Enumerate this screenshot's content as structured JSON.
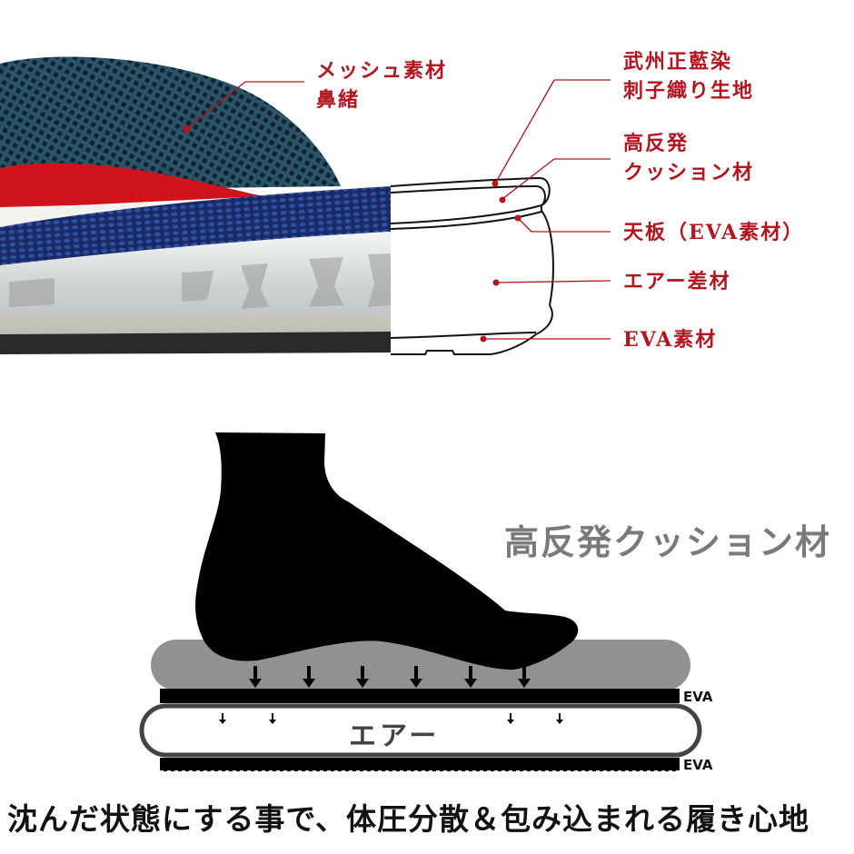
{
  "top_diagram": {
    "labels": {
      "strap": [
        "メッシュ素材",
        "鼻緒"
      ],
      "fabric": [
        "武州正藍染",
        "刺子織り生地"
      ],
      "cushion": [
        "高反発",
        "クッション材"
      ],
      "top_board": "天板（EVA素材）",
      "air": "エアー差材",
      "eva_bottom": "EVA素材"
    },
    "colors": {
      "callout": "#b3141e",
      "mesh_strap": "#1f3f52",
      "inner_strap": "#d0141c",
      "sole_fabric": "#1c2c6a",
      "air_sole": "#d8dcdc",
      "outsole": "#2a2a2a"
    }
  },
  "bottom_diagram": {
    "heading": "高反発クッション材",
    "air_label": "エアー",
    "eva_top_label": "EVA",
    "eva_bottom_label": "EVA",
    "large_arrow_count": 6,
    "small_arrow_count": 4,
    "colors": {
      "foot": "#000000",
      "cushion": "#919191",
      "heading": "#7a7a7a",
      "air_border": "#444444"
    }
  },
  "caption": "沈んだ状態にする事で、体圧分散＆包み込まれる履き心地"
}
